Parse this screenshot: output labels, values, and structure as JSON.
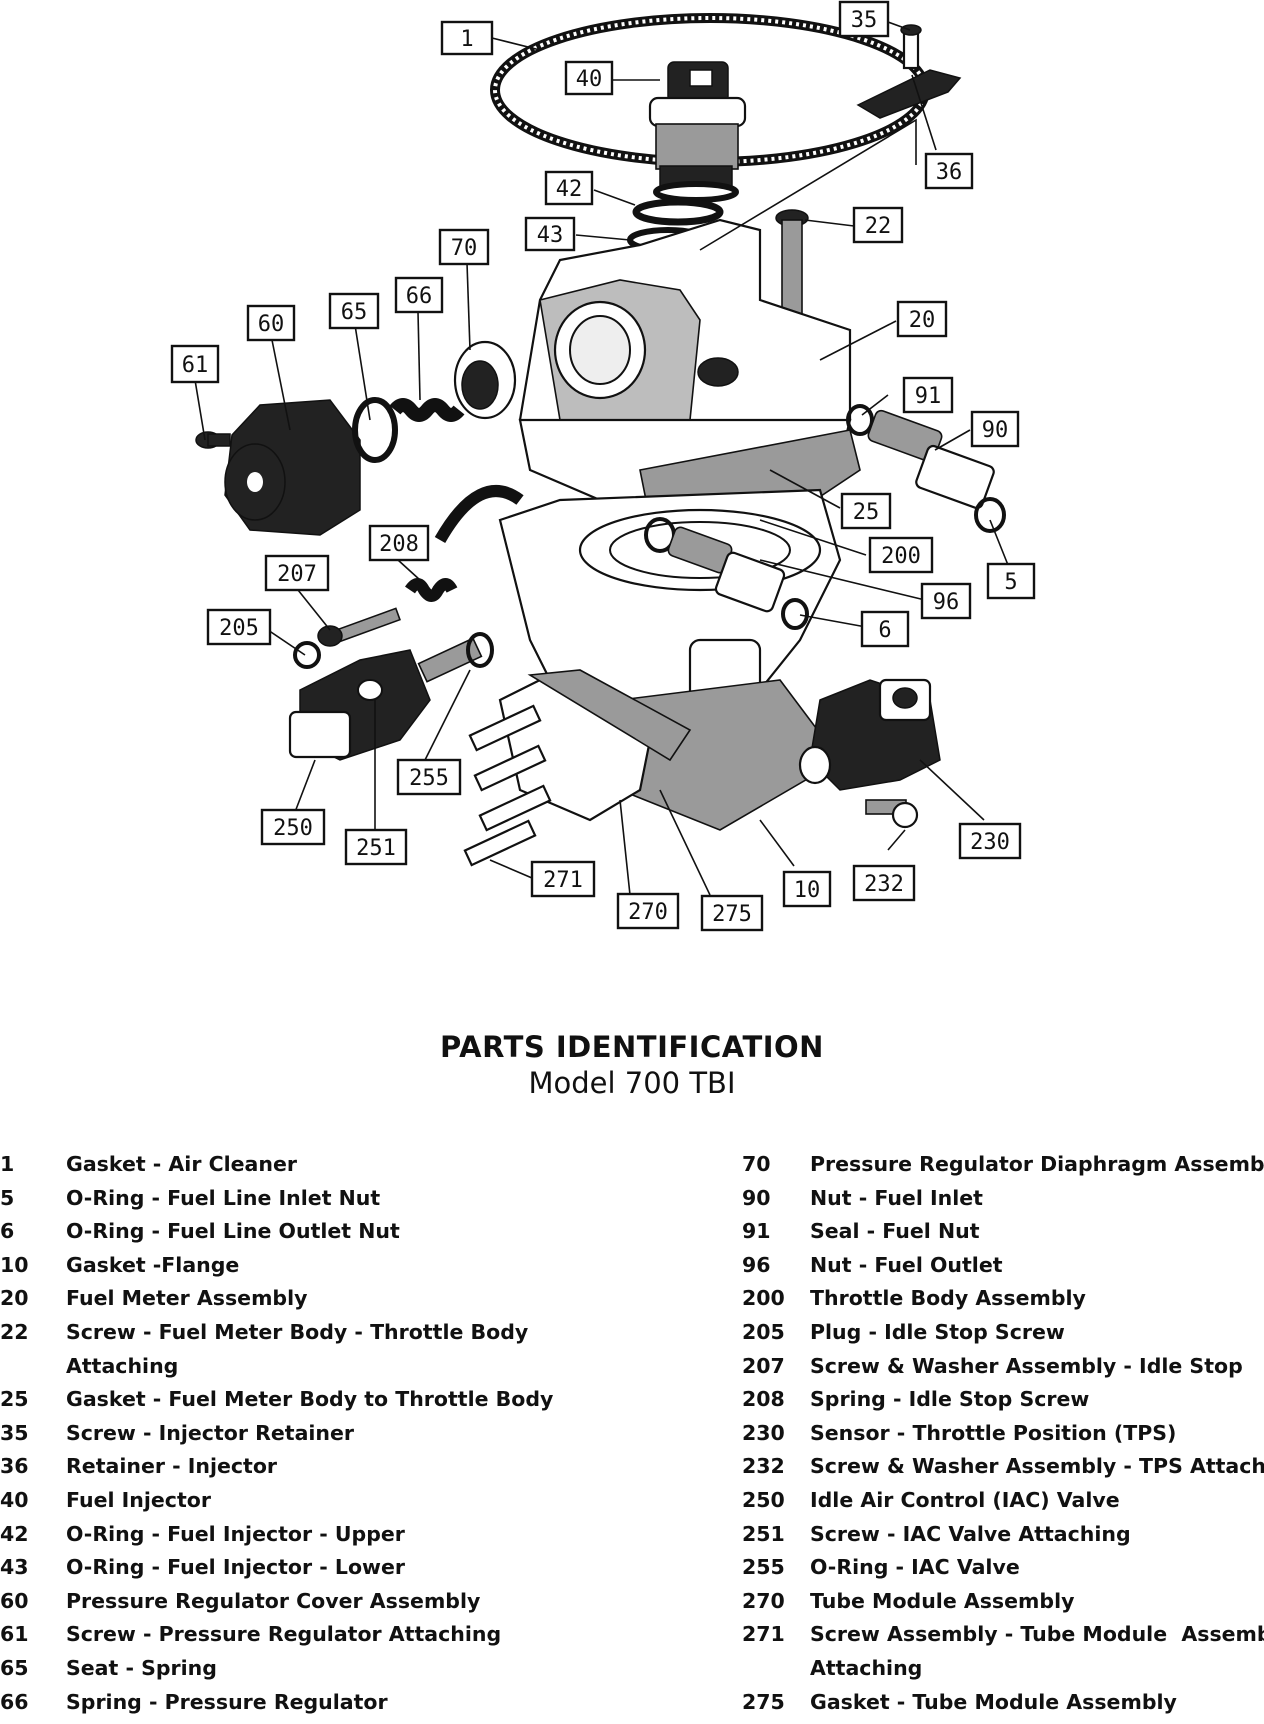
{
  "diagram": {
    "callouts": [
      {
        "id": "c1",
        "label": "1"
      },
      {
        "id": "c35",
        "label": "35"
      },
      {
        "id": "c40",
        "label": "40"
      },
      {
        "id": "c36",
        "label": "36"
      },
      {
        "id": "c42",
        "label": "42"
      },
      {
        "id": "c43",
        "label": "43"
      },
      {
        "id": "c22",
        "label": "22"
      },
      {
        "id": "c70",
        "label": "70"
      },
      {
        "id": "c66",
        "label": "66"
      },
      {
        "id": "c65",
        "label": "65"
      },
      {
        "id": "c60",
        "label": "60"
      },
      {
        "id": "c20",
        "label": "20"
      },
      {
        "id": "c61",
        "label": "61"
      },
      {
        "id": "c91",
        "label": "91"
      },
      {
        "id": "c90",
        "label": "90"
      },
      {
        "id": "c25",
        "label": "25"
      },
      {
        "id": "c208",
        "label": "208"
      },
      {
        "id": "c200",
        "label": "200"
      },
      {
        "id": "c207",
        "label": "207"
      },
      {
        "id": "c5",
        "label": "5"
      },
      {
        "id": "c96",
        "label": "96"
      },
      {
        "id": "c205",
        "label": "205"
      },
      {
        "id": "c6",
        "label": "6"
      },
      {
        "id": "c255",
        "label": "255"
      },
      {
        "id": "c250",
        "label": "250"
      },
      {
        "id": "c251",
        "label": "251"
      },
      {
        "id": "c230",
        "label": "230"
      },
      {
        "id": "c271",
        "label": "271"
      },
      {
        "id": "c232",
        "label": "232"
      },
      {
        "id": "c10",
        "label": "10"
      },
      {
        "id": "c270",
        "label": "270"
      },
      {
        "id": "c275",
        "label": "275"
      }
    ]
  },
  "title": {
    "line1": "PARTS IDENTIFICATION",
    "line2": "Model 700 TBI"
  },
  "legend": {
    "left": [
      {
        "num": "1",
        "desc": "Gasket - Air Cleaner"
      },
      {
        "num": "5",
        "desc": "O-Ring - Fuel Line Inlet Nut"
      },
      {
        "num": "6",
        "desc": "O-Ring - Fuel Line Outlet Nut"
      },
      {
        "num": "10",
        "desc": "Gasket -Flange"
      },
      {
        "num": "20",
        "desc": "Fuel Meter Assembly"
      },
      {
        "num": "22",
        "desc": "Screw - Fuel Meter Body - Throttle Body"
      },
      {
        "num": "",
        "desc": "Attaching"
      },
      {
        "num": "25",
        "desc": "Gasket - Fuel Meter Body to Throttle Body"
      },
      {
        "num": "35",
        "desc": "Screw - Injector Retainer"
      },
      {
        "num": "36",
        "desc": "Retainer - Injector"
      },
      {
        "num": "40",
        "desc": "Fuel Injector"
      },
      {
        "num": "42",
        "desc": "O-Ring - Fuel Injector - Upper"
      },
      {
        "num": "43",
        "desc": "O-Ring - Fuel Injector - Lower"
      },
      {
        "num": "60",
        "desc": "Pressure Regulator Cover Assembly"
      },
      {
        "num": "61",
        "desc": "Screw - Pressure Regulator Attaching"
      },
      {
        "num": "65",
        "desc": "Seat - Spring"
      },
      {
        "num": "66",
        "desc": "Spring - Pressure Regulator"
      }
    ],
    "right": [
      {
        "num": "70",
        "desc": "Pressure Regulator Diaphragm Assembly"
      },
      {
        "num": "90",
        "desc": "Nut - Fuel Inlet"
      },
      {
        "num": "91",
        "desc": "Seal - Fuel Nut"
      },
      {
        "num": "96",
        "desc": "Nut - Fuel Outlet"
      },
      {
        "num": "200",
        "desc": "Throttle Body Assembly"
      },
      {
        "num": "205",
        "desc": "Plug - Idle Stop Screw"
      },
      {
        "num": "207",
        "desc": "Screw & Washer Assembly - Idle Stop"
      },
      {
        "num": "208",
        "desc": "Spring - Idle Stop Screw"
      },
      {
        "num": "230",
        "desc": "Sensor - Throttle Position (TPS)"
      },
      {
        "num": "232",
        "desc": "Screw & Washer Assembly - TPS Attaching"
      },
      {
        "num": "250",
        "desc": "Idle Air Control (IAC) Valve"
      },
      {
        "num": "251",
        "desc": "Screw - IAC Valve Attaching"
      },
      {
        "num": "255",
        "desc": "O-Ring - IAC Valve"
      },
      {
        "num": "270",
        "desc": "Tube Module Assembly"
      },
      {
        "num": "271",
        "desc": "Screw Assembly - Tube Module  Assembly"
      },
      {
        "num": "",
        "desc": "Attaching"
      },
      {
        "num": "275",
        "desc": "Gasket - Tube Module Assembly"
      }
    ]
  }
}
